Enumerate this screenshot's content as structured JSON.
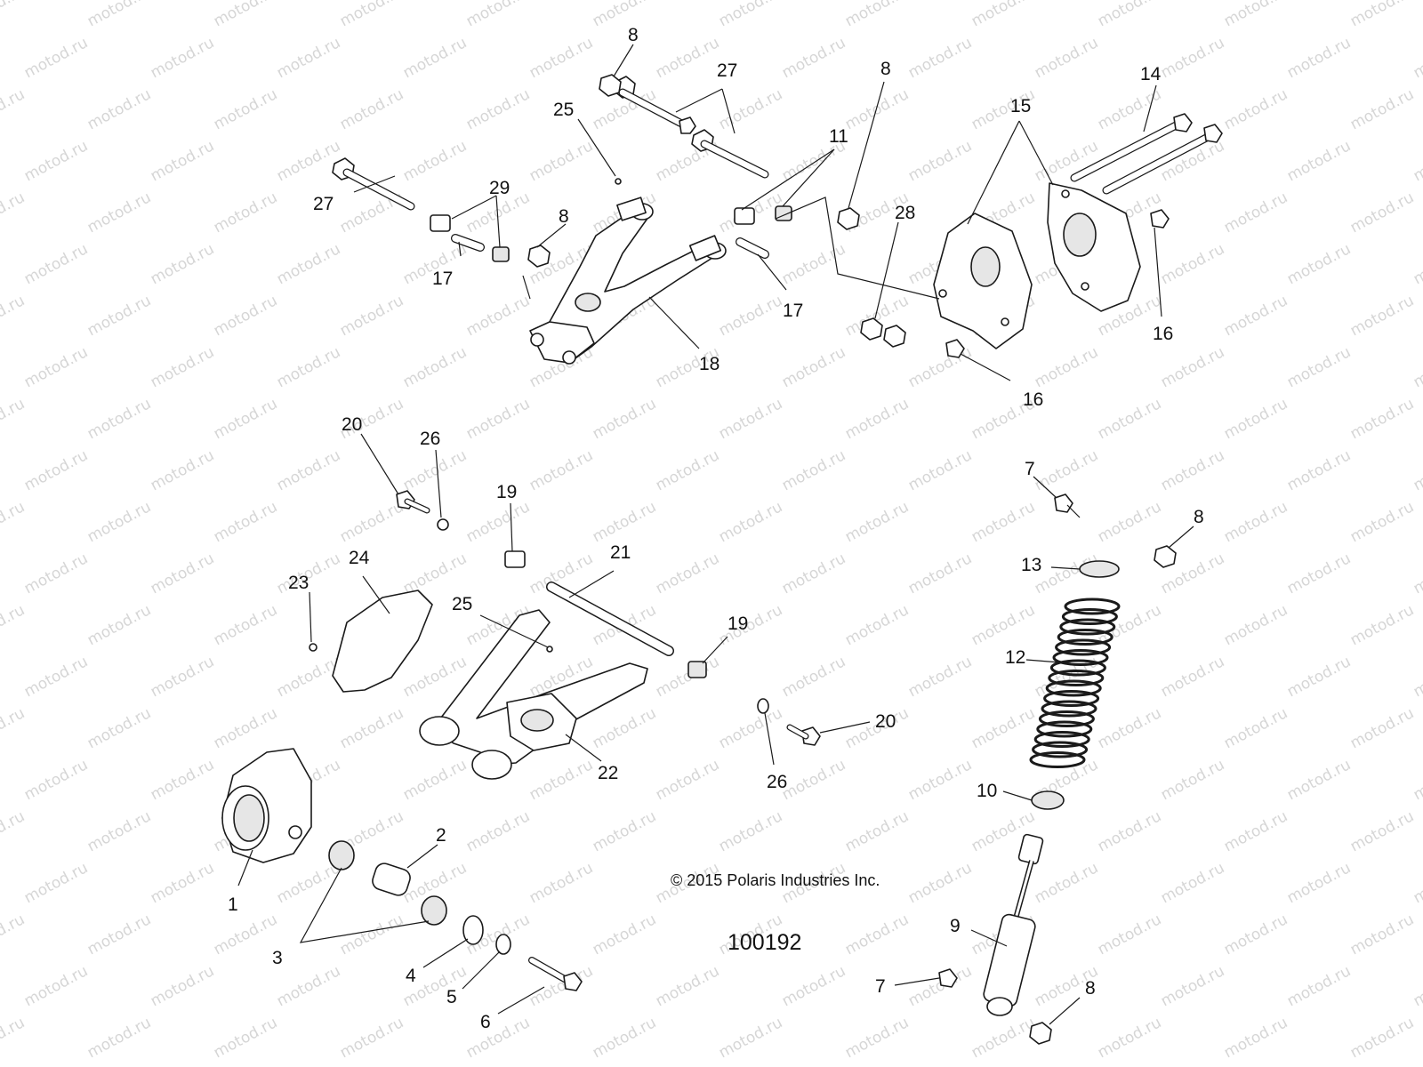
{
  "watermark": "motod.ru",
  "copyright": "© 2015 Polaris Industries Inc.",
  "diagram_number": "100192",
  "callouts": [
    {
      "id": "c8a",
      "label": "8"
    },
    {
      "id": "c27a",
      "label": "27"
    },
    {
      "id": "c25a",
      "label": "25"
    },
    {
      "id": "c8b",
      "label": "8"
    },
    {
      "id": "c14",
      "label": "14"
    },
    {
      "id": "c15",
      "label": "15"
    },
    {
      "id": "c11",
      "label": "11"
    },
    {
      "id": "c29",
      "label": "29"
    },
    {
      "id": "c27b",
      "label": "27"
    },
    {
      "id": "c8c",
      "label": "8"
    },
    {
      "id": "c28",
      "label": "28"
    },
    {
      "id": "c17a",
      "label": "17"
    },
    {
      "id": "c17b",
      "label": "17"
    },
    {
      "id": "c16a",
      "label": "16"
    },
    {
      "id": "c18",
      "label": "18"
    },
    {
      "id": "c16b",
      "label": "16"
    },
    {
      "id": "c20a",
      "label": "20"
    },
    {
      "id": "c26a",
      "label": "26"
    },
    {
      "id": "c7a",
      "label": "7"
    },
    {
      "id": "c19a",
      "label": "19"
    },
    {
      "id": "c8d",
      "label": "8"
    },
    {
      "id": "c21",
      "label": "21"
    },
    {
      "id": "c24",
      "label": "24"
    },
    {
      "id": "c23",
      "label": "23"
    },
    {
      "id": "c13",
      "label": "13"
    },
    {
      "id": "c25b",
      "label": "25"
    },
    {
      "id": "c19b",
      "label": "19"
    },
    {
      "id": "c12",
      "label": "12"
    },
    {
      "id": "c20b",
      "label": "20"
    },
    {
      "id": "c22",
      "label": "22"
    },
    {
      "id": "c26b",
      "label": "26"
    },
    {
      "id": "c10",
      "label": "10"
    },
    {
      "id": "c2",
      "label": "2"
    },
    {
      "id": "c1",
      "label": "1"
    },
    {
      "id": "c9",
      "label": "9"
    },
    {
      "id": "c3",
      "label": "3"
    },
    {
      "id": "c4",
      "label": "4"
    },
    {
      "id": "c5",
      "label": "5"
    },
    {
      "id": "c6",
      "label": "6"
    },
    {
      "id": "c7b",
      "label": "7"
    },
    {
      "id": "c8e",
      "label": "8"
    }
  ]
}
